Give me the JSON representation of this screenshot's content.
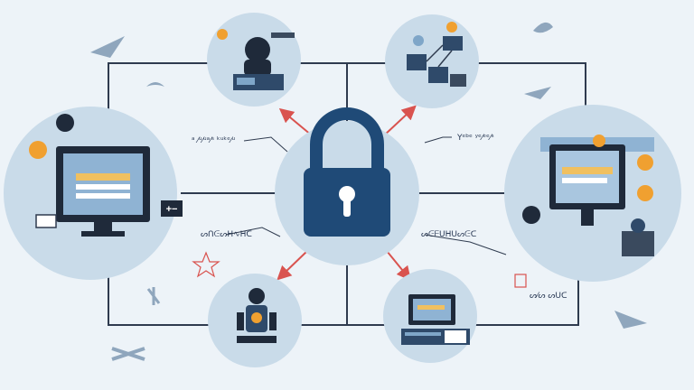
{
  "diagram": {
    "hub": {
      "icon": "padlock-icon"
    },
    "nodes": [
      {
        "id": "hacker-workstation",
        "icon": "hooded-hacker-icon"
      },
      {
        "id": "device-network",
        "icon": "network-devices-icon"
      },
      {
        "id": "desktop-security",
        "icon": "monitor-shield-icon"
      },
      {
        "id": "server-monitor",
        "icon": "monitor-robot-icon"
      },
      {
        "id": "robot-assistant",
        "icon": "robot-icon"
      },
      {
        "id": "terminal-station",
        "icon": "terminal-keyboard-icon"
      }
    ],
    "annotations": [
      {
        "id": "note-top-left",
        "text": "ᵃ ⁄ᵘ⁄ᵘᵃ⁄ˢ ᵏᵘᵏᵉ⁄ᵘ"
      },
      {
        "id": "note-top-right",
        "text": "Yᵉᵇᵉ ʸᵉ⁄ᵉᵉ⁄ˢ"
      },
      {
        "id": "note-bottom-left",
        "text": "ᔕᑎᕮᔕᕼ∿ᕼᑕ"
      },
      {
        "id": "note-bottom-right",
        "text": "ᔕᕮᖴᑌᕼᑌᔕᕮᑕ"
      },
      {
        "id": "note-lower-right",
        "text": "ᔕ⁄ᔕ ᔕᑌᑕ"
      },
      {
        "id": "badge-left",
        "text": "+−"
      }
    ],
    "colors": {
      "background": "#edf3f8",
      "circle": "#c9dbe9",
      "line": "#2f3b4f",
      "lock": "#1f4a77",
      "arrow": "#d9534f",
      "accent": "#f0a030"
    }
  }
}
